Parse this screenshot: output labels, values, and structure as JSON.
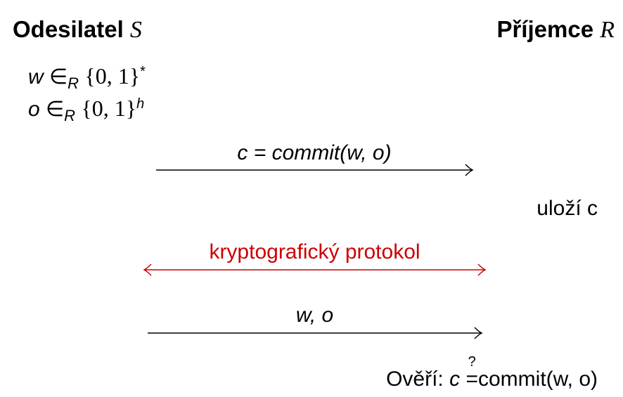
{
  "sender": {
    "label": "Odesilatel",
    "symbol": "S"
  },
  "receiver": {
    "label": "Příjemce",
    "symbol": "R"
  },
  "sender_steps": [
    {
      "var": "w",
      "rel": "∈",
      "sub": "R",
      "set": "{0, 1}",
      "sup": "*"
    },
    {
      "var": "o",
      "rel": "∈",
      "sub": "R",
      "set": "{0, 1}",
      "sup": "h"
    }
  ],
  "messages": [
    {
      "label": "c = commit(w, o)",
      "direction": "right",
      "color": "#000000"
    },
    {
      "label": "kryptografický protokol",
      "direction": "both",
      "color": "#cc0000"
    },
    {
      "label": "w, o",
      "direction": "right",
      "color": "#000000"
    }
  ],
  "receiver_store": "uloží c",
  "verify": {
    "prefix": "Ověří:",
    "c": "c",
    "question": "?",
    "eq": "=",
    "rhs": "commit(w, o)"
  }
}
